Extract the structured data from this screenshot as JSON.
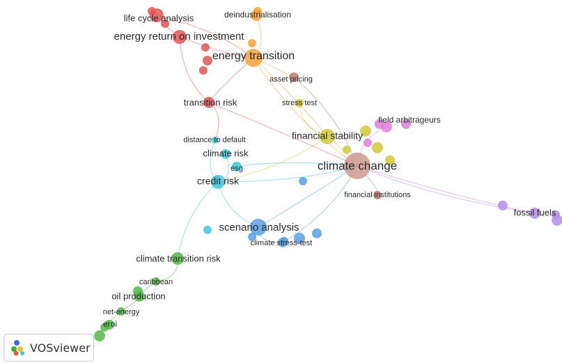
{
  "app": {
    "name": "VOSviewer"
  },
  "clusters": {
    "red": "#e05555",
    "orange": "#f4a23c",
    "brown": "#b9786a",
    "yellow": "#d2c83a",
    "pink": "#dd7fda",
    "cyan": "#3fc6dc",
    "blue": "#5a9ee3",
    "green": "#54b94a",
    "purple": "#b38ee6",
    "salmon": "#cf9a8f"
  },
  "nodes": [
    {
      "id": "lca",
      "label": "life cycle analysis",
      "cluster": "red"
    },
    {
      "id": "eroi_inv",
      "label": "energy return on investment",
      "cluster": "red"
    },
    {
      "id": "transition_risk",
      "label": "transition risk",
      "cluster": "red"
    },
    {
      "id": "deind",
      "label": "deindustrialisation",
      "cluster": "orange"
    },
    {
      "id": "energy_transition",
      "label": "energy transition",
      "cluster": "orange"
    },
    {
      "id": "asset_pricing",
      "label": "asset pricing",
      "cluster": "brown"
    },
    {
      "id": "stress_test",
      "label": "stress test",
      "cluster": "yellow"
    },
    {
      "id": "fin_stab",
      "label": "financial stability",
      "cluster": "yellow"
    },
    {
      "id": "field_arb",
      "label": "field arbitrageurs",
      "cluster": "pink"
    },
    {
      "id": "climate_change",
      "label": "climate change",
      "cluster": "salmon"
    },
    {
      "id": "fin_inst",
      "label": "financial institutions",
      "cluster": "brown"
    },
    {
      "id": "dist_default",
      "label": "distance to default",
      "cluster": "cyan"
    },
    {
      "id": "climate_risk",
      "label": "climate risk",
      "cluster": "cyan"
    },
    {
      "id": "esg",
      "label": "esg",
      "cluster": "cyan"
    },
    {
      "id": "credit_risk",
      "label": "credit risk",
      "cluster": "cyan"
    },
    {
      "id": "scenario",
      "label": "scenario analysis",
      "cluster": "blue"
    },
    {
      "id": "cst",
      "label": "climate stress-test",
      "cluster": "blue"
    },
    {
      "id": "fossil",
      "label": "fossil fuels",
      "cluster": "purple"
    },
    {
      "id": "ctr",
      "label": "climate transition risk",
      "cluster": "green"
    },
    {
      "id": "caribbean",
      "label": "caribbean",
      "cluster": "green"
    },
    {
      "id": "oil",
      "label": "oil production",
      "cluster": "green"
    },
    {
      "id": "net_energy",
      "label": "net-energy",
      "cluster": "green"
    },
    {
      "id": "eroi",
      "label": "eroi",
      "cluster": "green"
    }
  ]
}
